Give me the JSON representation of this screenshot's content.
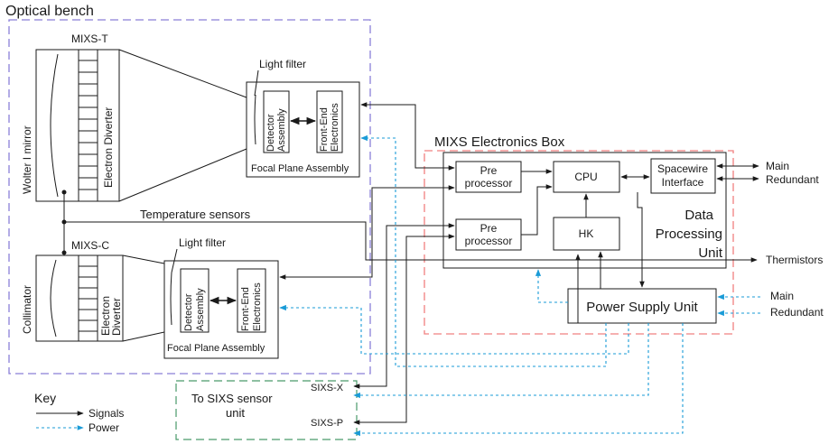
{
  "optical_bench": {
    "title": "Optical bench"
  },
  "mixs_t": {
    "label": "MIXS-T",
    "mirror": "Wolter I mirror",
    "diverter": "Electron Diverter",
    "light_filter": "Light filter",
    "detector_line1": "Detector",
    "detector_line2": "Assembly",
    "fee_line1": "Front-End",
    "fee_line2": "Electronics",
    "fpa": "Focal Plane Assembly"
  },
  "mixs_c": {
    "label": "MIXS-C",
    "collimator": "Collimator",
    "diverter_line1": "Electron",
    "diverter_line2": "Diverter",
    "light_filter": "Light filter",
    "detector_line1": "Detector",
    "detector_line2": "Assembly",
    "fee_line1": "Front-End",
    "fee_line2": "Electronics",
    "fpa": "Focal Plane Assembly"
  },
  "temperature_sensors": "Temperature sensors",
  "electronics_box": {
    "title": "MIXS Electronics Box",
    "pre1_line1": "Pre",
    "pre1_line2": "processor",
    "pre2_line1": "Pre",
    "pre2_line2": "processor",
    "cpu": "CPU",
    "hk": "HK",
    "spacewire_line1": "Spacewire",
    "spacewire_line2": "Interface",
    "dpu_line1": "Data",
    "dpu_line2": "Processing",
    "dpu_line3": "Unit",
    "psu": "Power Supply Unit"
  },
  "outputs": {
    "main": "Main",
    "redundant": "Redundant",
    "thermistors": "Thermistors",
    "power_main": "Main",
    "power_redundant": "Redundant"
  },
  "sixs": {
    "title_line1": "To SIXS sensor",
    "title_line2": "unit",
    "sixs_x": "SIXS-X",
    "sixs_p": "SIXS-P"
  },
  "key": {
    "title": "Key",
    "signals": "Signals",
    "power": "Power"
  },
  "colors": {
    "signal": "#1a1a1a",
    "power": "#1a9bd7",
    "optical_bench_border": "#8a7fd8",
    "electronics_box_border": "#f08080",
    "sixs_border": "#4a9a6a"
  }
}
